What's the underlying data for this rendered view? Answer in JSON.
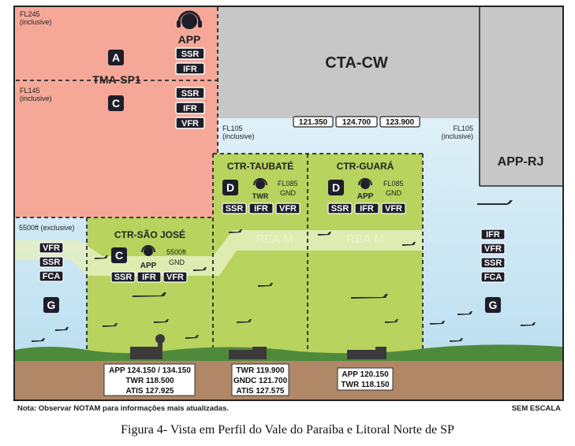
{
  "top_tma": {
    "fl_top": "FL245",
    "fl_top_note": "(inclusive)",
    "class_letter": "A",
    "name": "TMA-SP1",
    "fl_bottom": "FL145",
    "fl_bottom_note": "(inclusive)",
    "class_letter_2": "C"
  },
  "tma_services": {
    "approach": "APP",
    "chips_upper": [
      "SSR",
      "IFR"
    ],
    "chips_lower": [
      "SSR",
      "IFR",
      "VFR"
    ]
  },
  "cta": {
    "name": "CTA-CW",
    "freqs": [
      "121.350",
      "124.700",
      "123.900"
    ],
    "fl_left": "FL105",
    "fl_left_note": "(inclusive)",
    "fl_right": "FL105",
    "fl_right_note": "(inclusive)"
  },
  "app_rj": {
    "name": "APP-RJ"
  },
  "ctr_taubate": {
    "name": "CTR-TAUBATÉ",
    "class_letter": "D",
    "unit": "TWR",
    "limit": "FL085",
    "limit_base": "GND",
    "chips": [
      "SSR",
      "IFR",
      "VFR"
    ],
    "freqs": [
      "TWR 119.900",
      "GNDC 121.700",
      "ATIS 127.575"
    ]
  },
  "ctr_guara": {
    "name": "CTR-GUARÁ",
    "class_letter": "D",
    "unit": "APP",
    "limit": "FL085",
    "limit_base": "GND",
    "chips": [
      "SSR",
      "IFR",
      "VFR"
    ],
    "freqs": [
      "APP 120.150",
      "TWR 118.150"
    ]
  },
  "ctr_sao_jose": {
    "name": "CTR-SÃO JOSÉ",
    "class_letter": "C",
    "unit": "APP",
    "limit": "5500ft",
    "limit_base": "GND",
    "chips": [
      "SSR",
      "IFR",
      "VFR"
    ],
    "freqs": [
      "APP 124.150 / 134.150",
      "TWR 118.500",
      "ATIS 127.925"
    ]
  },
  "rea": {
    "label": "REA M"
  },
  "left_g": {
    "limit": "5500ft (exclusive)",
    "chips": [
      "VFR",
      "SSR",
      "FCA"
    ],
    "class_letter": "G"
  },
  "right_g": {
    "chips": [
      "IFR",
      "VFR",
      "SSR",
      "FCA"
    ],
    "class_letter": "G"
  },
  "notes": {
    "left": "Nota: Observar NOTAM para informações mais atualizadas.",
    "right": "SEM ESCALA"
  },
  "caption": "Figura 4- Vista em Perfil do Vale do Paraíba e Litoral Norte de SP",
  "colors": {
    "salmon": "#f5a898",
    "gray": "#c7c7c7",
    "sky": "#c6e3f2",
    "green": "#b8d35e",
    "ground": "#b08767",
    "chip_dark": "#1e1e2a"
  }
}
